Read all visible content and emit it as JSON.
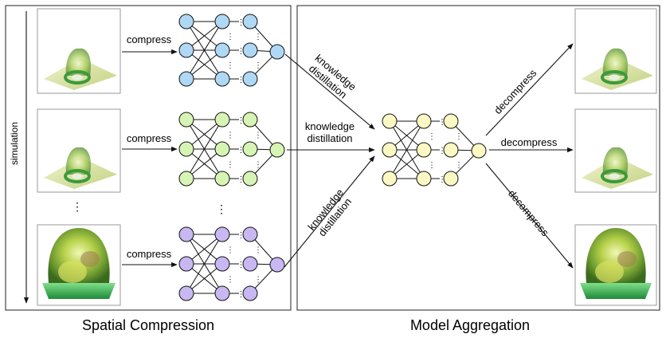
{
  "panels": {
    "left_caption": "Spatial Compression",
    "right_caption": "Model Aggregation"
  },
  "axis": {
    "label": "simulation"
  },
  "arrows": {
    "compress": "compress",
    "knowledge_line1": "knowledge",
    "knowledge_line2": "distillation",
    "decompress": "decompress"
  },
  "ellipsis": {
    "rows": "⋮",
    "vertical": "⋮"
  },
  "colors": {
    "blue_node": "#aed8f4",
    "green_node": "#d6f5b5",
    "purple_node": "#c7b8f2",
    "yellow_node": "#fbf8c3",
    "render_green": "#3c9a3c",
    "render_yellow": "#d8df63"
  },
  "networks": [
    {
      "id": "net-blue",
      "color": "blue_node"
    },
    {
      "id": "net-green",
      "color": "green_node"
    },
    {
      "id": "net-purple",
      "color": "purple_node"
    },
    {
      "id": "net-aggregate",
      "color": "yellow_node"
    }
  ],
  "thumbnails": [
    {
      "id": "input-1",
      "kind": "small-render"
    },
    {
      "id": "input-2",
      "kind": "small-render"
    },
    {
      "id": "input-3",
      "kind": "large-render"
    },
    {
      "id": "output-1",
      "kind": "small-render"
    },
    {
      "id": "output-2",
      "kind": "small-render"
    },
    {
      "id": "output-3",
      "kind": "large-render"
    }
  ]
}
